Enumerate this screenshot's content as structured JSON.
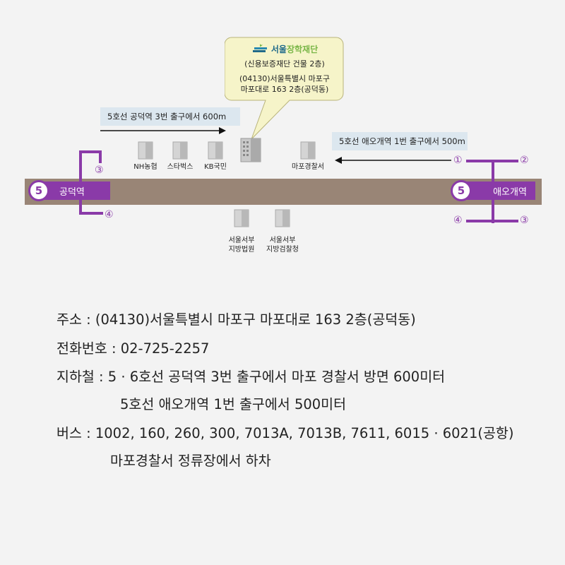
{
  "callout": {
    "logo_text_prefix": "서울",
    "logo_text_suffix": "장학재단",
    "building": "(신용보증재단 건물 2층)",
    "address_line1": "(04130)서울특별시 마포구",
    "address_line2": "마포대로 163 2층(공덕동)"
  },
  "directions": {
    "left": "5호선 공덕역 3번 출구에서 600m",
    "right": "5호선 애오개역 1번 출구에서 500m"
  },
  "stations": {
    "left": {
      "line": "5",
      "name": "공덕역"
    },
    "right": {
      "line": "5",
      "name": "애오개역"
    }
  },
  "exits": {
    "left_top": "③",
    "left_bottom": "④",
    "right_top_left": "①",
    "right_top_right": "②",
    "right_bottom_left": "④",
    "right_bottom_right": "③"
  },
  "landmarks": {
    "nh": "NH농협",
    "starbucks": "스타벅스",
    "kb": "KB국민",
    "police": "마포경찰서",
    "court": "서울서부\n지방법원",
    "prosecutor": "서울서부\n지방검찰청"
  },
  "info": {
    "address": "주소 : (04130)서울특별시 마포구 마포대로 163 2층(공덕동)",
    "phone": "전화번호 : 02-725-2257",
    "subway1": "지하철 : 5 · 6호선 공덕역 3번 출구에서 마포 경찰서 방면 600미터",
    "subway2": "5호선 애오개역 1번 출구에서 500미터",
    "bus1": "버스 : 1002, 160, 260, 300, 7013A, 7013B, 7611, 6015 · 6021(공항)",
    "bus2": "마포경찰서 정류장에서 하차"
  },
  "colors": {
    "road": "#998576",
    "line5": "#8a3aa8",
    "callout_bg": "#f6f4c9",
    "direction_bg": "#dce7ef"
  }
}
